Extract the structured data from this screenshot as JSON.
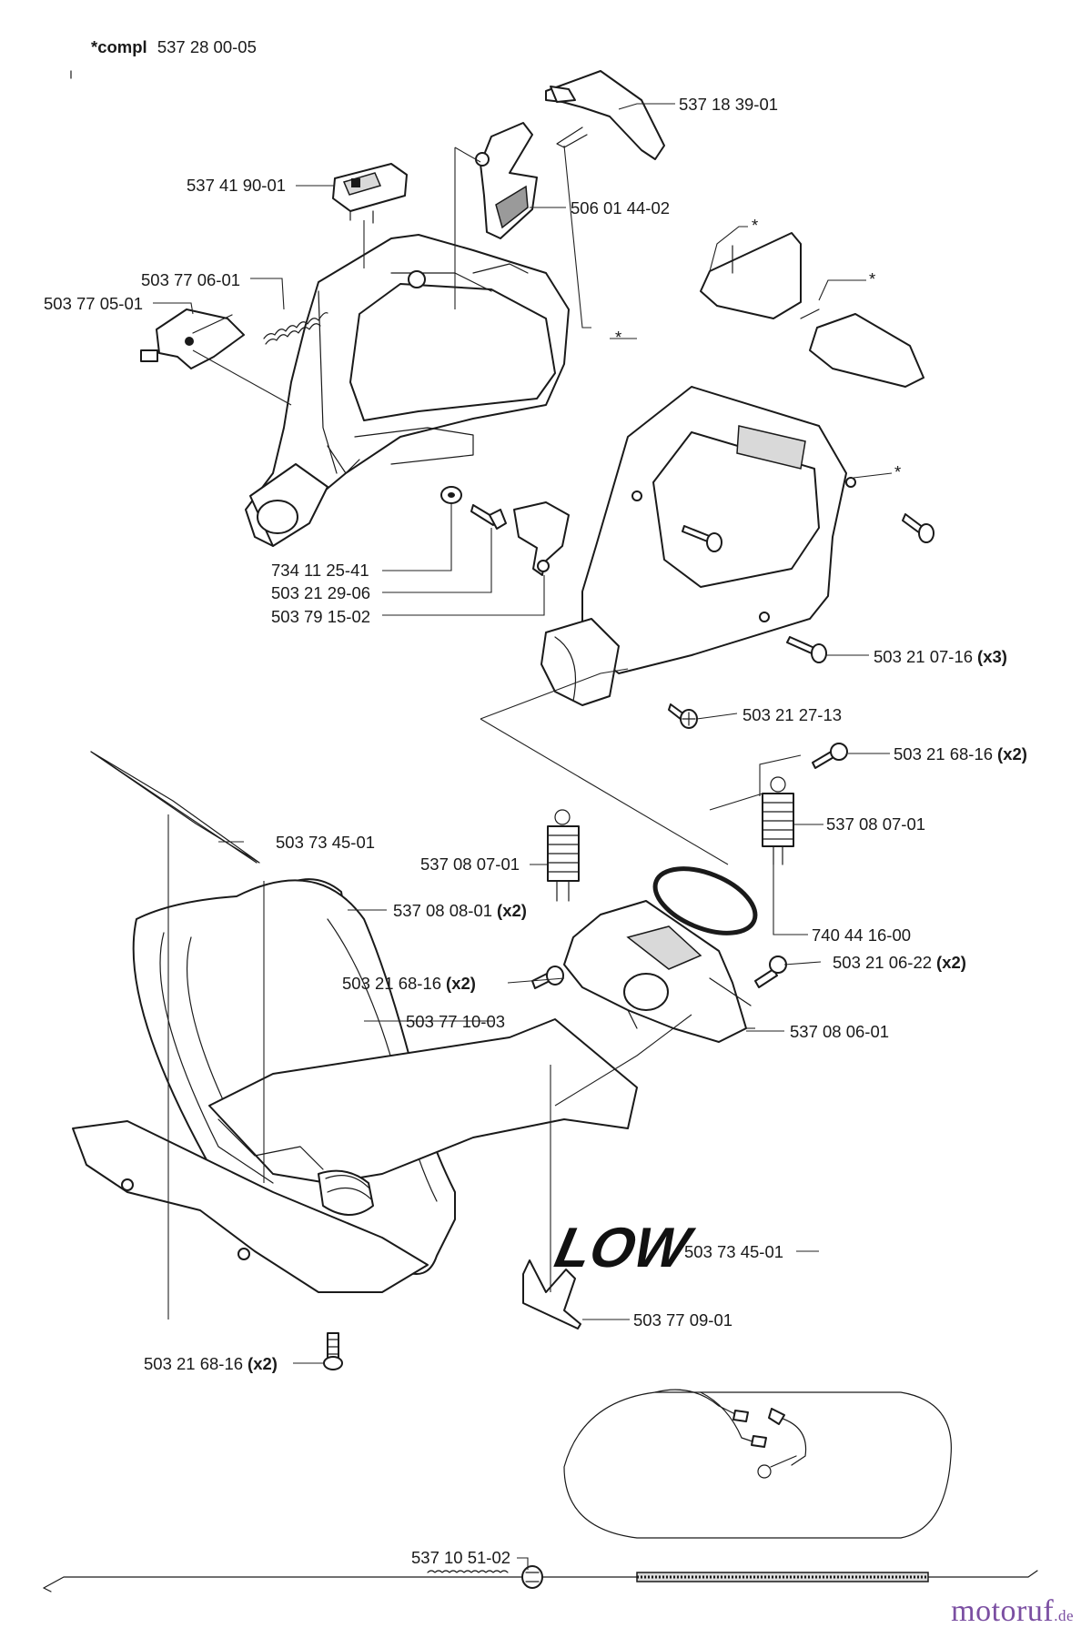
{
  "header": {
    "compl_prefix": "*compl",
    "compl_number": "537 28 00-05"
  },
  "labels": [
    {
      "id": "l1",
      "text": "537 18 39-01",
      "suffix": ""
    },
    {
      "id": "l2",
      "text": "537 41 90-01",
      "suffix": ""
    },
    {
      "id": "l3",
      "text": "506 01 44-02",
      "suffix": ""
    },
    {
      "id": "l4",
      "text": "503 77 06-01",
      "suffix": ""
    },
    {
      "id": "l5",
      "text": "503 77 05-01",
      "suffix": ""
    },
    {
      "id": "l6",
      "text": "734 11 25-41",
      "suffix": ""
    },
    {
      "id": "l7",
      "text": "503 21 29-06",
      "suffix": ""
    },
    {
      "id": "l8",
      "text": "503 79 15-02",
      "suffix": ""
    },
    {
      "id": "l9",
      "text": "503 21 07-16",
      "suffix": "(x3)"
    },
    {
      "id": "l10",
      "text": "503  21 27-13",
      "suffix": ""
    },
    {
      "id": "l11",
      "text": "503 21 68-16",
      "suffix": "(x2)"
    },
    {
      "id": "l12",
      "text": "503 73 45-01",
      "suffix": ""
    },
    {
      "id": "l13",
      "text": "537 08 07-01",
      "suffix": ""
    },
    {
      "id": "l14",
      "text": "537 08 07-01",
      "suffix": ""
    },
    {
      "id": "l15",
      "text": "537 08 08-01",
      "suffix": "(x2)"
    },
    {
      "id": "l16",
      "text": "740 44 16-00",
      "suffix": ""
    },
    {
      "id": "l17",
      "text": "503 21 68-16",
      "suffix": "(x2)"
    },
    {
      "id": "l18",
      "text": "503 21 06-22",
      "suffix": "(x2)"
    },
    {
      "id": "l19",
      "text": "503 77 10-03",
      "suffix": ""
    },
    {
      "id": "l20",
      "text": "537 08 06-01",
      "suffix": ""
    },
    {
      "id": "l21",
      "text": "503 73 45-01",
      "suffix": ""
    },
    {
      "id": "l22",
      "text": "503 77 09-01",
      "suffix": ""
    },
    {
      "id": "l23",
      "text": "503 21 68-16",
      "suffix": "(x2)"
    },
    {
      "id": "l24",
      "text": "537 10 51-02",
      "suffix": ""
    }
  ],
  "asterisk": "*",
  "decal_text": "LOW",
  "watermark": {
    "name": "motoruf",
    "tld": ".de"
  },
  "colors": {
    "line": "#1a1a1a",
    "brand": "#7b4fa2",
    "brand_dot": "#e0a020"
  }
}
